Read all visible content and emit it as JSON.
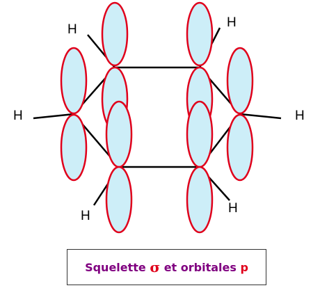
{
  "diagram": {
    "atom_label": "H",
    "colors": {
      "orbital_fill": "#cdeef8",
      "orbital_stroke": "#e0001b",
      "bond": "#000000",
      "caption_text": "#800080",
      "caption_symbol": "#e0001b"
    }
  },
  "caption": {
    "part1": "Squelette",
    "sigma": "σ",
    "part2": "et orbitales",
    "p": "p"
  }
}
